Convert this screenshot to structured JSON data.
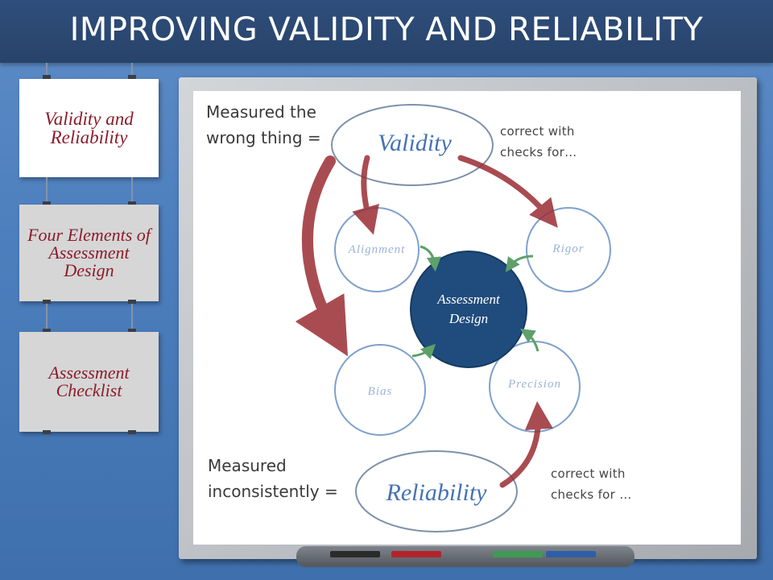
{
  "title": "IMPROVING VALIDITY AND RELIABILITY",
  "sidebar": {
    "cards": [
      {
        "label": "Validity and Reliability",
        "active": true
      },
      {
        "label": "Four Elements of Assessment Design",
        "active": false
      },
      {
        "label": "Assessment Checklist",
        "active": false
      }
    ]
  },
  "diagram": {
    "validity": "Validity",
    "reliability": "Reliability",
    "center_line1": "Assessment",
    "center_line2": "Design",
    "alignment": "Alignment",
    "rigor": "Rigor",
    "bias": "Bias",
    "precision": "Precision",
    "measured_wrong_1": "Measured the",
    "measured_wrong_2": "wrong thing =",
    "measured_incon_1": "Measured",
    "measured_incon_2": "inconsistently =",
    "correct_top_1": "correct with",
    "correct_top_2": "checks for…",
    "correct_bottom_1": "correct with",
    "correct_bottom_2": "checks for …"
  },
  "colors": {
    "accent_red": "#9b2d35",
    "center_fill": "#1f4c7c",
    "circle_stroke": "#6e92c0",
    "green_arrow": "#5ea06a",
    "card_text": "#8c1c2a"
  },
  "icons": [
    "marker-tray-icon",
    "arrow-icon"
  ]
}
